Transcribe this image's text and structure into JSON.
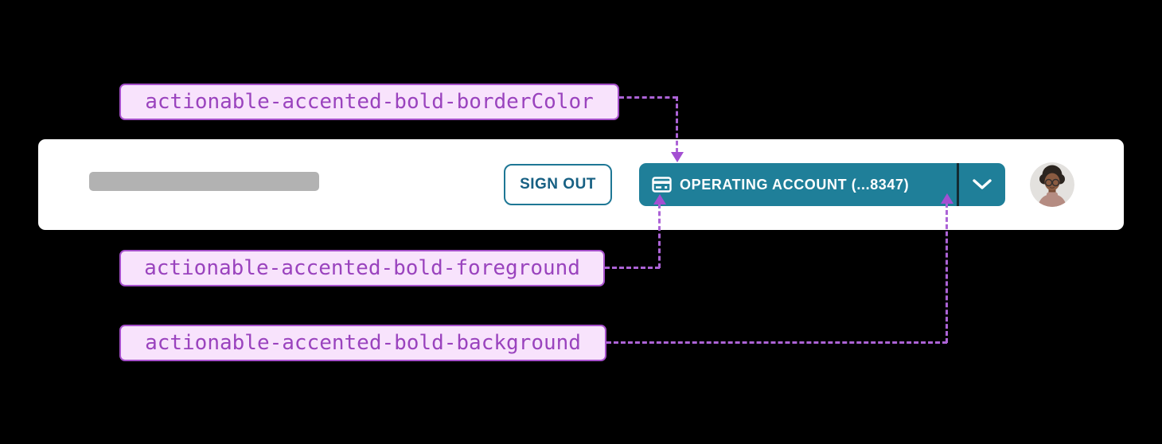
{
  "tokens": {
    "annotation_purple": "#AC63D6",
    "annotation_box_background": "#F8E3FC",
    "annotation_box_border": "#A650CB",
    "annotation_text_color": "#9A43BE",
    "accent_teal_background": "#1F7F99",
    "teal_text": "#176083",
    "button_divider_dark": "#142B33",
    "header_background": "#FFFFFF",
    "skeleton_gray": "#B2B2B2",
    "page_background": "#000000"
  },
  "annotations": [
    {
      "label": "actionable-accented-bold-borderColor",
      "points_to": "button top border"
    },
    {
      "label": "actionable-accented-bold-foreground",
      "points_to": "button icon/text foreground"
    },
    {
      "label": "actionable-accented-bold-background",
      "points_to": "button background"
    }
  ],
  "header": {
    "sign_out_label": "SIGN OUT",
    "account_label": "OPERATING ACCOUNT (...8347)",
    "icons": {
      "credit_card": "credit-card-icon",
      "chevron": "chevron-down-icon",
      "avatar": "user-avatar-photo"
    }
  }
}
